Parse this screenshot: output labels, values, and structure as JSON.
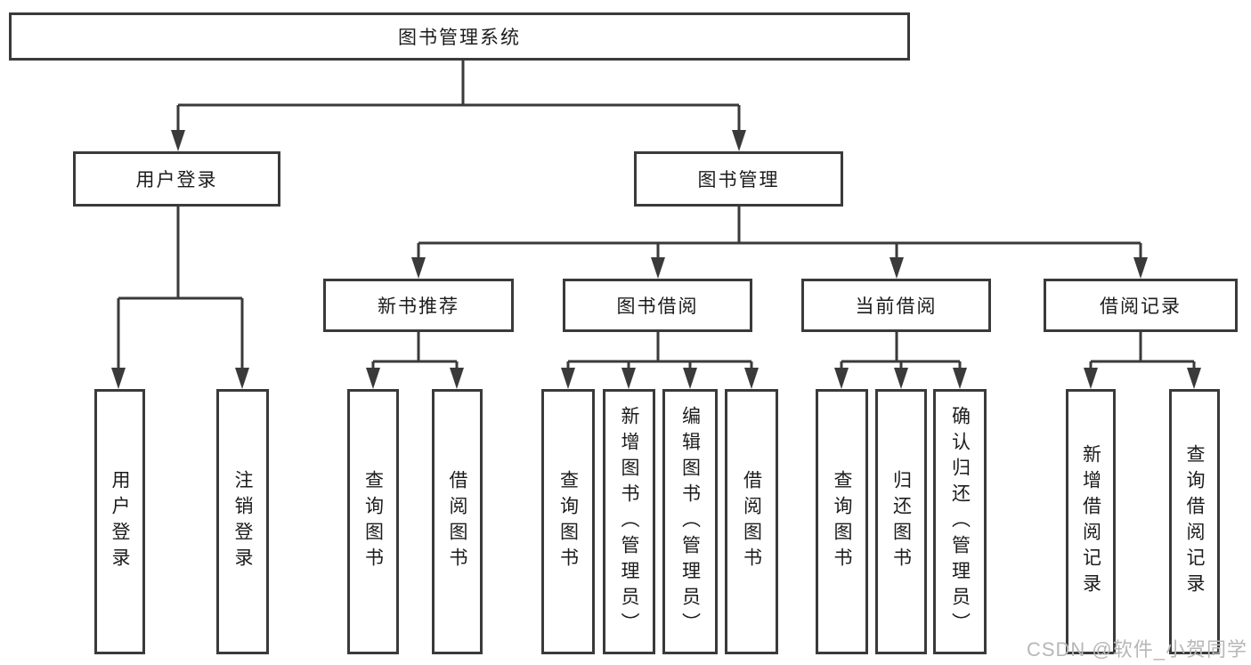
{
  "diagram": {
    "type": "tree",
    "title": "图书管理系统",
    "nodes": [
      {
        "id": "root",
        "label": "图书管理系统",
        "vertical": false
      },
      {
        "id": "user-login",
        "label": "用户登录",
        "vertical": false
      },
      {
        "id": "book-mgmt",
        "label": "图书管理",
        "vertical": false
      },
      {
        "id": "new-book-rec",
        "label": "新书推荐",
        "vertical": false
      },
      {
        "id": "book-borrow",
        "label": "图书借阅",
        "vertical": false
      },
      {
        "id": "current-borrow",
        "label": "当前借阅",
        "vertical": false
      },
      {
        "id": "borrow-records",
        "label": "借阅记录",
        "vertical": false
      },
      {
        "id": "leaf-user-login",
        "label": "用户登录",
        "vertical": true
      },
      {
        "id": "leaf-logout",
        "label": "注销登录",
        "vertical": true
      },
      {
        "id": "leaf-nbr-query",
        "label": "查询图书",
        "vertical": true
      },
      {
        "id": "leaf-nbr-borrow",
        "label": "借阅图书",
        "vertical": true
      },
      {
        "id": "leaf-bb-query",
        "label": "查询图书",
        "vertical": true
      },
      {
        "id": "leaf-bb-add",
        "label": "新增图书（管理员）",
        "vertical": true
      },
      {
        "id": "leaf-bb-edit",
        "label": "编辑图书（管理员）",
        "vertical": true
      },
      {
        "id": "leaf-bb-borrow",
        "label": "借阅图书",
        "vertical": true
      },
      {
        "id": "leaf-cb-query",
        "label": "查询图书",
        "vertical": true
      },
      {
        "id": "leaf-cb-return",
        "label": "归还图书",
        "vertical": true
      },
      {
        "id": "leaf-cb-confirm",
        "label": "确认归还（管理员）",
        "vertical": true
      },
      {
        "id": "leaf-br-add",
        "label": "新增借阅记录",
        "vertical": true
      },
      {
        "id": "leaf-br-query",
        "label": "查询借阅记录",
        "vertical": true
      }
    ],
    "edges": [
      {
        "from": "root",
        "to": "user-login"
      },
      {
        "from": "root",
        "to": "book-mgmt"
      },
      {
        "from": "user-login",
        "to": "leaf-user-login"
      },
      {
        "from": "user-login",
        "to": "leaf-logout"
      },
      {
        "from": "book-mgmt",
        "to": "new-book-rec"
      },
      {
        "from": "book-mgmt",
        "to": "book-borrow"
      },
      {
        "from": "book-mgmt",
        "to": "current-borrow"
      },
      {
        "from": "book-mgmt",
        "to": "borrow-records"
      },
      {
        "from": "new-book-rec",
        "to": "leaf-nbr-query"
      },
      {
        "from": "new-book-rec",
        "to": "leaf-nbr-borrow"
      },
      {
        "from": "book-borrow",
        "to": "leaf-bb-query"
      },
      {
        "from": "book-borrow",
        "to": "leaf-bb-add"
      },
      {
        "from": "book-borrow",
        "to": "leaf-bb-edit"
      },
      {
        "from": "book-borrow",
        "to": "leaf-bb-borrow"
      },
      {
        "from": "current-borrow",
        "to": "leaf-cb-query"
      },
      {
        "from": "current-borrow",
        "to": "leaf-cb-return"
      },
      {
        "from": "current-borrow",
        "to": "leaf-cb-confirm"
      },
      {
        "from": "borrow-records",
        "to": "leaf-br-add"
      },
      {
        "from": "borrow-records",
        "to": "leaf-br-query"
      }
    ],
    "line_color": "#3a3a3a",
    "text_color": "#1c1c1c",
    "background_color": "#ffffff"
  },
  "watermark": {
    "text": "CSDN @软件_小贺同学",
    "color": "#b7b7b7"
  }
}
